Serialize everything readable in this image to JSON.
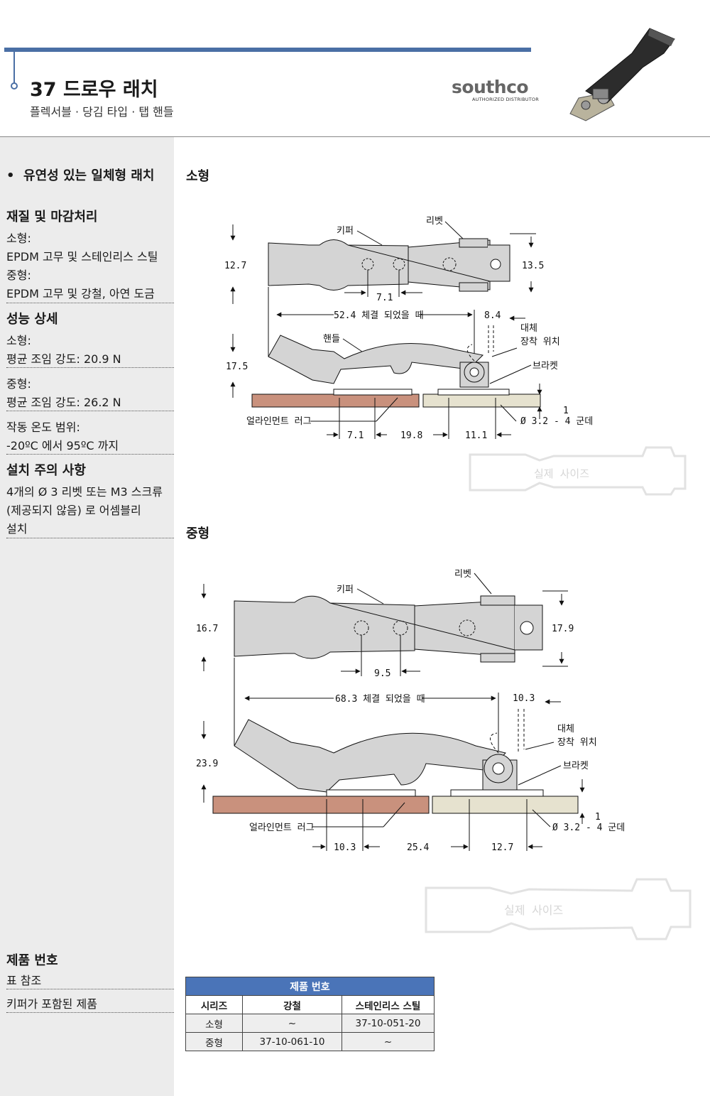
{
  "header": {
    "title": "37 드로우 래치",
    "subtitle": "플렉서블 · 당김 타입 · 탭 핸들",
    "logo": "southco",
    "logo_sub": "AUTHORIZED DISTRIBUTOR"
  },
  "sidebar": {
    "feature": "유연성 있는 일체형 래치",
    "material": {
      "heading": "재질 및 마감처리",
      "small_label": "소형:",
      "small_value": "EPDM 고무 및 스테인리스 스틸",
      "medium_label": "중형:",
      "medium_value": "EPDM 고무 및 강철, 아연 도금"
    },
    "performance": {
      "heading": "성능 상세",
      "small_label": "소형:",
      "small_value": "평균 조임 강도: 20.9 N",
      "medium_label": "중형:",
      "medium_value": "평균 조임 강도: 26.2 N",
      "temp_label": "작동 온도 범위:",
      "temp_value": "-20ºC 에서 95ºC 까지"
    },
    "install": {
      "heading": "설치 주의 사항",
      "line1": "4개의 Ø 3 리벳 또는 M3 스크류",
      "line2": "(제공되지 않음) 로 어셈블리",
      "line3": "설치"
    },
    "part_number": {
      "heading": "제품 번호",
      "line1": "표 참조",
      "line2": "키퍼가 포함된 제품"
    }
  },
  "small": {
    "title": "소형",
    "labels": {
      "rivet": "리벳",
      "keeper": "키퍼",
      "handle": "핸들",
      "alt1": "대체",
      "alt2": "장착 위치",
      "bracket": "브라켓",
      "lug": "얼라인먼트 러그",
      "holes": "Ø 3.2 - 4 군데",
      "actual": "실제 사이즈"
    },
    "dims": {
      "h1": "12.7",
      "h2": "13.5",
      "p": "7.1",
      "closed": "52.4 체결 되었을 때",
      "alt": "8.4",
      "h3": "17.5",
      "t": "1",
      "b1": "7.1",
      "b2": "19.8",
      "b3": "11.1"
    }
  },
  "medium": {
    "title": "중형",
    "labels": {
      "rivet": "리벳",
      "keeper": "키퍼",
      "alt1": "대체",
      "alt2": "장착 위치",
      "bracket": "브라켓",
      "lug": "얼라인먼트 러그",
      "holes": "Ø 3.2 - 4 군데",
      "actual": "실제 사이즈"
    },
    "dims": {
      "h1": "16.7",
      "h2": "17.9",
      "p": "9.5",
      "closed": "68.3 체결 되었을 때",
      "alt": "10.3",
      "h3": "23.9",
      "t": "1",
      "b1": "10.3",
      "b2": "25.4",
      "b3": "12.7"
    }
  },
  "table": {
    "title": "제품 번호",
    "headers": [
      "시리즈",
      "강철",
      "스테인리스 스틸"
    ],
    "rows": [
      [
        "소형",
        "~",
        "37-10-051-20"
      ],
      [
        "중형",
        "37-10-061-10",
        "~"
      ]
    ]
  },
  "colors": {
    "accent": "#4a6fa5",
    "table_header": "#4a74b8",
    "panel_left": "#c9917d",
    "panel_right": "#e6e2cf",
    "latch_fill": "#d4d4d4"
  }
}
